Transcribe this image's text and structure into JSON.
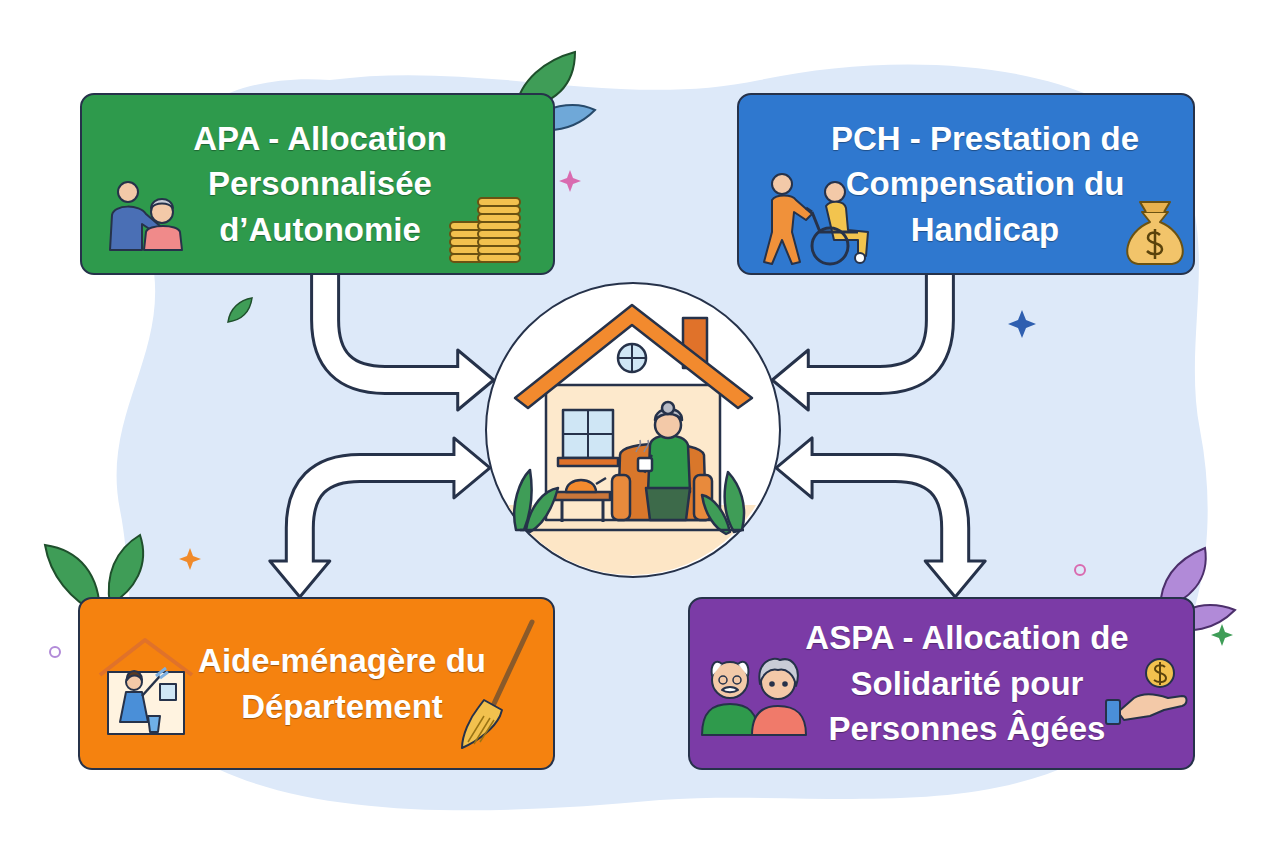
{
  "diagram": {
    "nodes": [
      {
        "text": [
          "APA - Allocation Personnalisée d’Autonomie"
        ]
      },
      {
        "text": [
          "PCH - Prestation de Compensation du Handicap"
        ]
      },
      {
        "text": []
      },
      {
        "text": [
          "Aide-ménagère du Département"
        ]
      },
      {
        "text": [
          "ASPA - Allocation de Solidarité pour Personnes Âgées"
        ]
      }
    ],
    "edges": [
      {
        "from": 0,
        "to": 2,
        "arrow": "to"
      },
      {
        "from": 1,
        "to": 2,
        "arrow": "to"
      },
      {
        "from": 2,
        "to": 3,
        "arrow": "both"
      },
      {
        "from": 2,
        "to": 4,
        "arrow": "both"
      }
    ]
  }
}
